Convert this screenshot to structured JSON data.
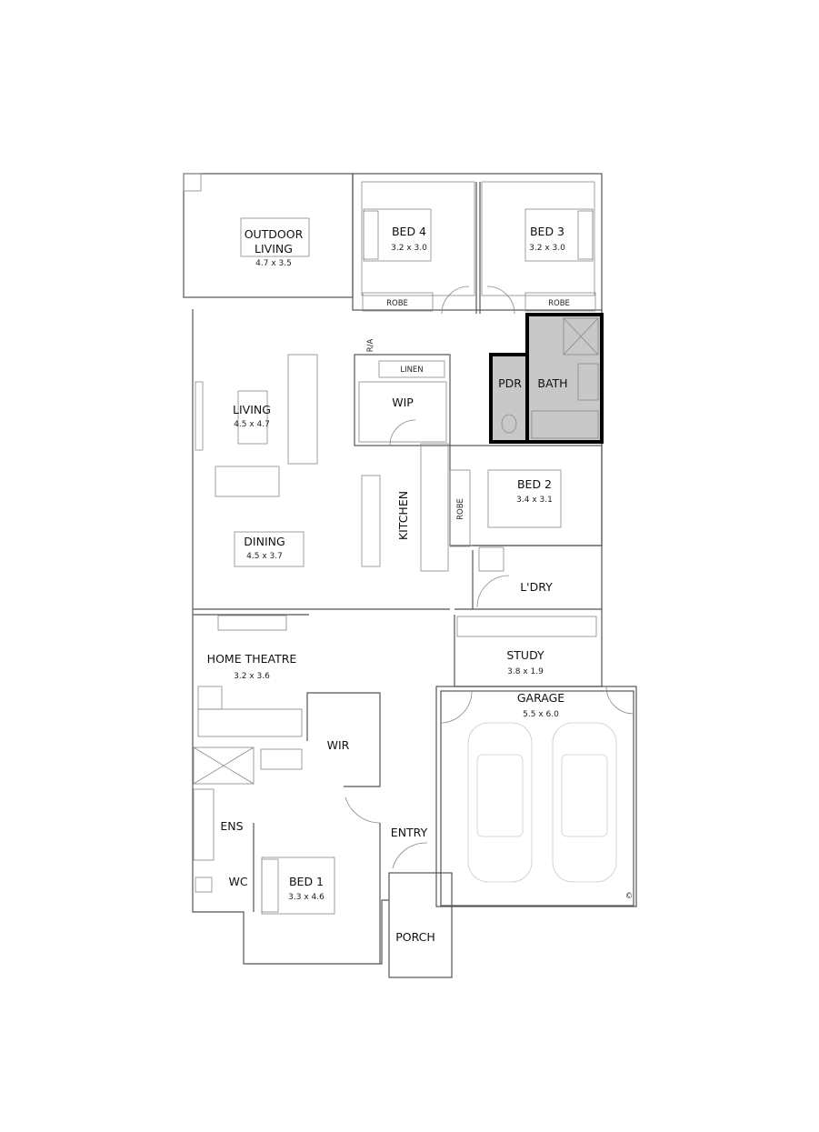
{
  "rooms": {
    "outdoor_living": {
      "name_line1": "OUTDOOR",
      "name_line2": "LIVING",
      "size": "4.7 x 3.5"
    },
    "bed4": {
      "name": "BED 4",
      "size": "3.2 x 3.0"
    },
    "bed3": {
      "name": "BED 3",
      "size": "3.2 x 3.0"
    },
    "robe_bed4": {
      "name": "ROBE"
    },
    "robe_bed3": {
      "name": "ROBE"
    },
    "ra": {
      "name": "R/A"
    },
    "linen": {
      "name": "LINEN"
    },
    "wip": {
      "name": "WIP"
    },
    "pdr": {
      "name": "PDR"
    },
    "bath": {
      "name": "BATH"
    },
    "living": {
      "name": "LIVING",
      "size": "4.5 x 4.7"
    },
    "kitchen": {
      "name": "KITCHEN"
    },
    "robe_bed2": {
      "name": "ROBE"
    },
    "bed2": {
      "name": "BED 2",
      "size": "3.4 x 3.1"
    },
    "dining": {
      "name": "DINING",
      "size": "4.5 x 3.7"
    },
    "laundry": {
      "name": "L'DRY"
    },
    "home_theatre": {
      "name": "HOME THEATRE",
      "size": "3.2 x 3.6"
    },
    "study": {
      "name": "STUDY",
      "size": "3.8 x 1.9"
    },
    "garage": {
      "name": "GARAGE",
      "size": "5.5 x 6.0"
    },
    "wir": {
      "name": "WIR"
    },
    "ens": {
      "name": "ENS"
    },
    "entry": {
      "name": "ENTRY"
    },
    "wc": {
      "name": "WC"
    },
    "bed1": {
      "name": "BED 1",
      "size": "3.3 x 4.6"
    },
    "porch": {
      "name": "PORCH"
    }
  },
  "copyright_mark": "©",
  "colors": {
    "wet_area_fill": "#c8c8c8",
    "wall": "#555555",
    "wet_area_wall": "#000000"
  }
}
